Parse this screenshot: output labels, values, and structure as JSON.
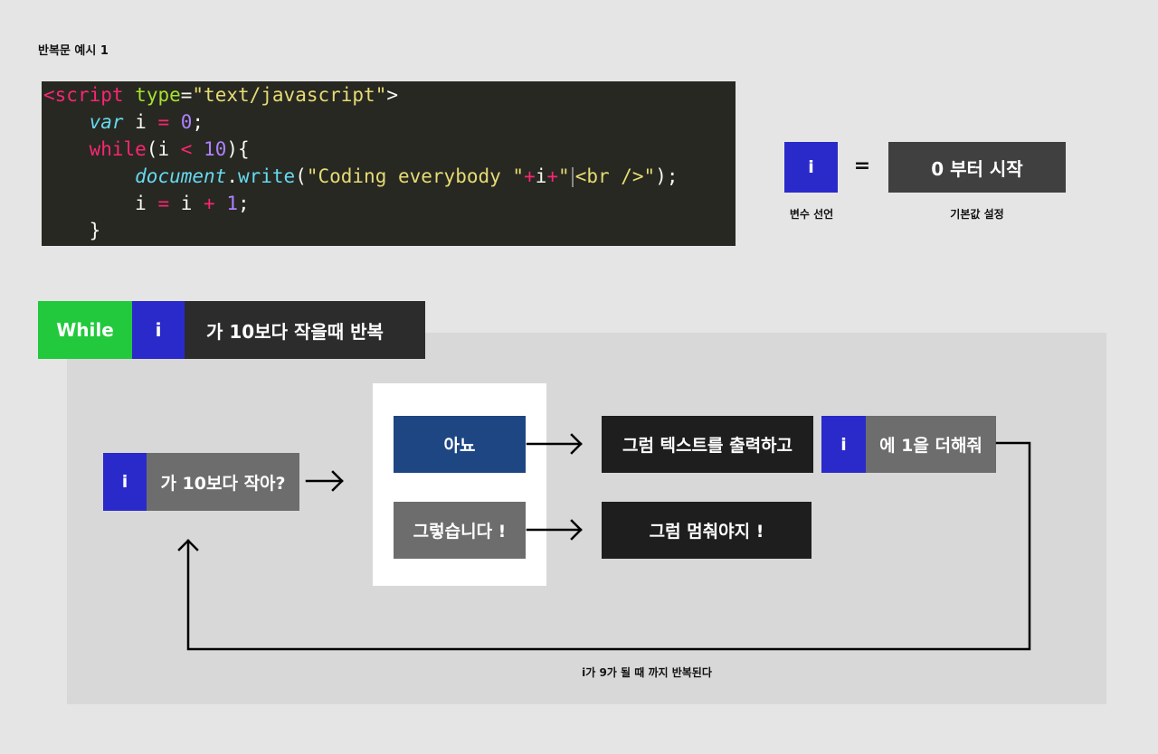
{
  "title": "반복문 예시 1",
  "code": {
    "line1_open": "<",
    "line1_tag": "script",
    "line1_attr": "type",
    "line1_eq": "=",
    "line1_str": "\"text/javascript\"",
    "line1_close": ">",
    "line2_kw": "var",
    "line2_rest": " i ",
    "line2_op": "=",
    "line2_num": "0",
    "line2_end": ";",
    "line3_kw": "while",
    "line3_a": "(i ",
    "line3_op": "<",
    "line3_num": "10",
    "line3_end": "){",
    "line4_obj": "document",
    "line4_dot": ".",
    "line4_fn": "write",
    "line4_paren": "(",
    "line4_str1": "\"Coding everybody \"",
    "line4_plus1": "+",
    "line4_i": "i",
    "line4_plus2": "+",
    "line4_str2a": "\"",
    "line4_str2b": "<br />\"",
    "line4_end": ");",
    "line5_a": "i ",
    "line5_op1": "=",
    "line5_b": " i ",
    "line5_op2": "+",
    "line5_num": "1",
    "line5_end": ";",
    "line6": "}"
  },
  "declaration": {
    "var_label": "i",
    "equals": "=",
    "start_text": "0 부터 시작",
    "caption_var": "변수 선언",
    "caption_default": "기본값 설정"
  },
  "loop_header": {
    "while_label": "While",
    "var_label": "i",
    "condition_text": "가 10보다 작을때 반복"
  },
  "flow": {
    "question_var": "i",
    "question_text": "가 10보다 작아?",
    "answer_no": "아뇨",
    "answer_yes": "그렇습니다 !",
    "action_print": "그럼 텍스트를 출력하고",
    "increment_var": "i",
    "increment_text": "에 1을 더해줘",
    "action_stop": "그럼 멈춰야지 !",
    "loop_caption": "i가 9가 될 때 까지 반복된다"
  },
  "colors": {
    "blue_var": "#2a2acb",
    "green_while": "#22c93c",
    "navy_answer": "#1e4683"
  }
}
